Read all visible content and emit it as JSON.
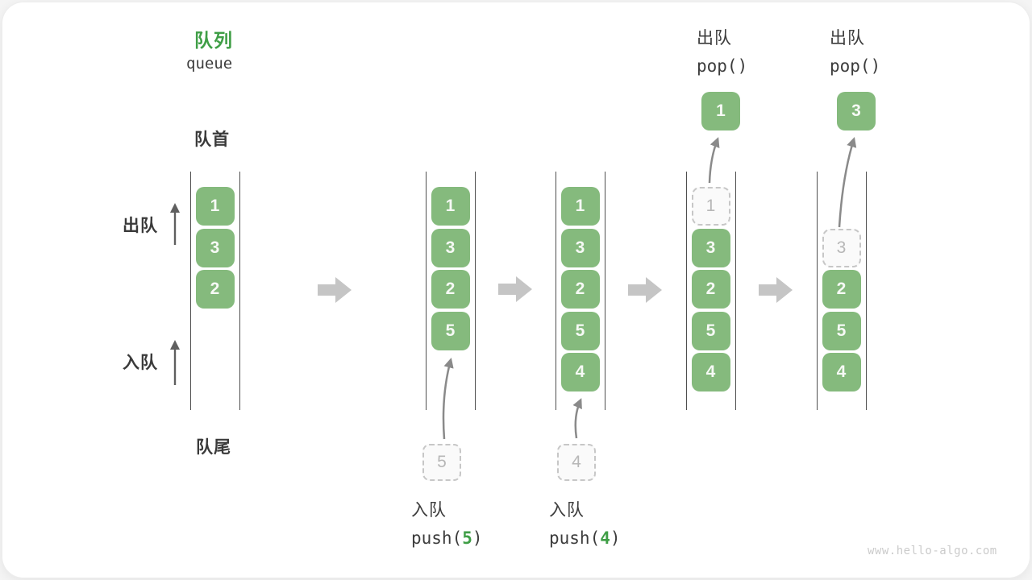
{
  "header": {
    "title_zh": "队列",
    "title_en": "queue"
  },
  "side_labels": {
    "front": "队首",
    "rear": "队尾",
    "dequeue": "出队",
    "enqueue": "入队"
  },
  "watermark": "www.hello-algo.com",
  "colors": {
    "accent_green": "#3f9e46",
    "box_green": "#85ba7d",
    "box_text": "#f6f9f5",
    "dark_text": "#3a3a3a",
    "wall_line": "#4f4f4f",
    "block_arrow": "#c5c5c5",
    "thin_arrow": "#8a8a8a",
    "dashed_border": "#c7c7c7",
    "dashed_text": "#b7b7b7",
    "watermark_gray": "#cbcbcb"
  },
  "diagram": {
    "type": "queue-operation-sequence",
    "states": [
      {
        "cells": [
          {
            "slot": 0,
            "value": "1",
            "style": "solid"
          },
          {
            "slot": 1,
            "value": "3",
            "style": "solid"
          },
          {
            "slot": 2,
            "value": "2",
            "style": "solid"
          }
        ]
      },
      {
        "cells": [
          {
            "slot": 0,
            "value": "1",
            "style": "solid"
          },
          {
            "slot": 1,
            "value": "3",
            "style": "solid"
          },
          {
            "slot": 2,
            "value": "2",
            "style": "solid"
          },
          {
            "slot": 3,
            "value": "5",
            "style": "solid"
          }
        ],
        "op": {
          "type": "enqueue",
          "label": "入队",
          "code_open": "push(",
          "arg": "5",
          "code_close": ")",
          "pending_value": "5"
        }
      },
      {
        "cells": [
          {
            "slot": 0,
            "value": "1",
            "style": "solid"
          },
          {
            "slot": 1,
            "value": "3",
            "style": "solid"
          },
          {
            "slot": 2,
            "value": "2",
            "style": "solid"
          },
          {
            "slot": 3,
            "value": "5",
            "style": "solid"
          },
          {
            "slot": 4,
            "value": "4",
            "style": "solid"
          }
        ],
        "op": {
          "type": "enqueue",
          "label": "入队",
          "code_open": "push(",
          "arg": "4",
          "code_close": ")",
          "pending_value": "4"
        }
      },
      {
        "cells": [
          {
            "slot": 0,
            "value": "1",
            "style": "dashed"
          },
          {
            "slot": 1,
            "value": "3",
            "style": "solid"
          },
          {
            "slot": 2,
            "value": "2",
            "style": "solid"
          },
          {
            "slot": 3,
            "value": "5",
            "style": "solid"
          },
          {
            "slot": 4,
            "value": "4",
            "style": "solid"
          }
        ],
        "op": {
          "type": "dequeue",
          "label": "出队",
          "code": "pop()",
          "popped_value": "1"
        }
      },
      {
        "cells": [
          {
            "slot": 1,
            "value": "3",
            "style": "dashed"
          },
          {
            "slot": 2,
            "value": "2",
            "style": "solid"
          },
          {
            "slot": 3,
            "value": "5",
            "style": "solid"
          },
          {
            "slot": 4,
            "value": "4",
            "style": "solid"
          }
        ],
        "op": {
          "type": "dequeue",
          "label": "出队",
          "code": "pop()",
          "popped_value": "3"
        }
      }
    ]
  }
}
